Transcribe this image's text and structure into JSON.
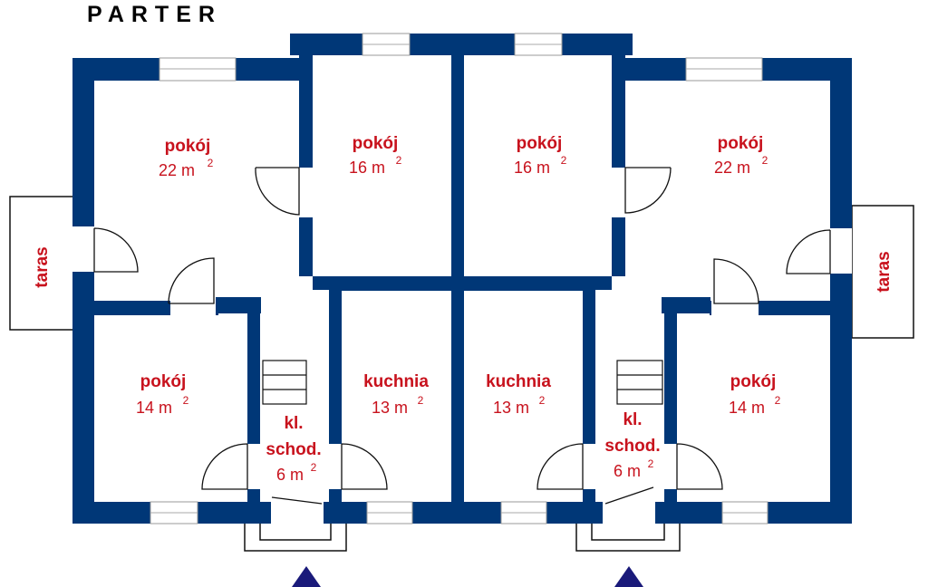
{
  "title": "PARTER",
  "colors": {
    "wall": "#003777",
    "label": "#c8121d",
    "arrow": "#1a1a7a"
  },
  "rooms": [
    {
      "name": "pokój",
      "area": "22 m",
      "sup": "2"
    },
    {
      "name": "pokój",
      "area": "16 m",
      "sup": "2"
    },
    {
      "name": "pokój",
      "area": "16 m",
      "sup": "2"
    },
    {
      "name": "pokój",
      "area": "22 m",
      "sup": "2"
    },
    {
      "name": "pokój",
      "area": "14 m",
      "sup": "2"
    },
    {
      "name": "kuchnia",
      "area": "13 m",
      "sup": "2"
    },
    {
      "name": "kuchnia",
      "area": "13 m",
      "sup": "2"
    },
    {
      "name": "pokój",
      "area": "14 m",
      "sup": "2"
    },
    {
      "name": "kl.",
      "name2": "schod.",
      "area": "6 m",
      "sup": "2"
    },
    {
      "name": "kl.",
      "name2": "schod.",
      "area": "6 m",
      "sup": "2"
    }
  ],
  "terraces": [
    "taras",
    "taras"
  ],
  "entrances": [
    "entrance-left",
    "entrance-right"
  ]
}
